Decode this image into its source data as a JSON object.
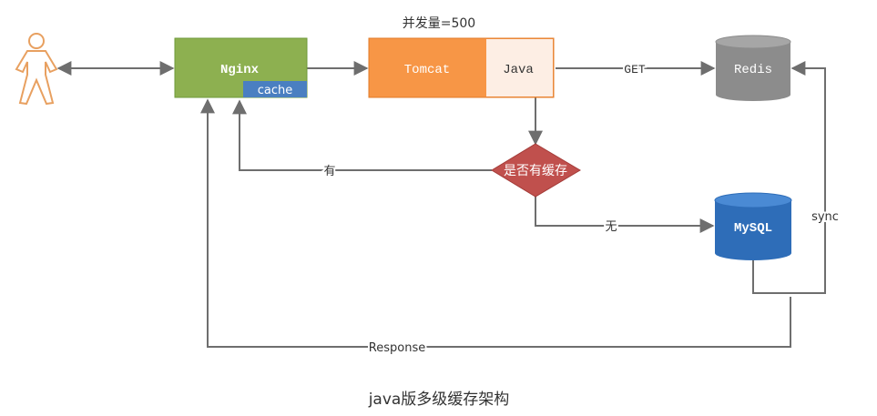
{
  "title": "并发量=500",
  "caption": "java版多级缓存架构",
  "nodes": {
    "user": {
      "icon": "person-icon"
    },
    "nginx": {
      "label": "Nginx",
      "sub_label": "cache"
    },
    "tomcat": {
      "label": "Tomcat",
      "sub_label": "Java"
    },
    "redis": {
      "label": "Redis"
    },
    "decision": {
      "label": "是否有缓存"
    },
    "mysql": {
      "label": "MySQL"
    }
  },
  "edges": {
    "get": "GET",
    "yes": "有",
    "no": "无",
    "sync": "sync",
    "response": "Response"
  },
  "colors": {
    "nginx": "#8db050",
    "nginx_cache": "#4a7fc1",
    "tomcat": "#f79646",
    "java_box": "#fdeee4",
    "redis": "#8c8c8c",
    "decision": "#c0504d",
    "mysql": "#2e6db8",
    "person": "#e8a060",
    "line": "#6e6e6e"
  }
}
